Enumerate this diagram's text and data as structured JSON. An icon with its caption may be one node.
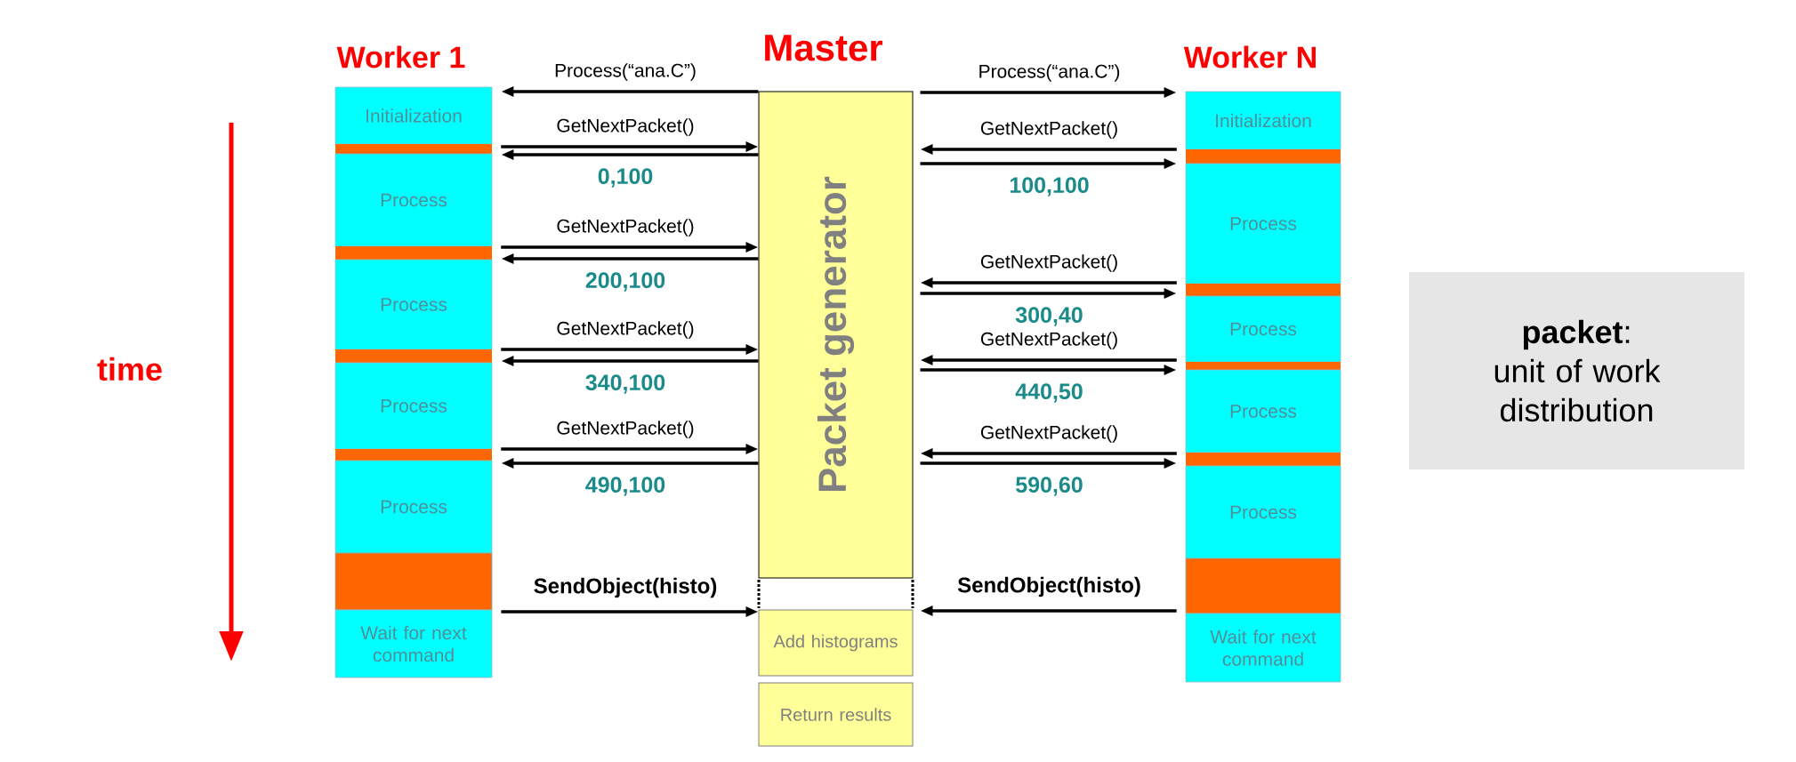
{
  "diagram": {
    "nodes": [
      {
        "text": [
          "Initialization"
        ]
      },
      {
        "text": [],
        "shape": "bar"
      },
      {
        "text": [
          "Process"
        ]
      },
      {
        "text": [],
        "shape": "bar"
      },
      {
        "text": [
          "Process"
        ]
      },
      {
        "text": [],
        "shape": "bar"
      },
      {
        "text": [
          "Process"
        ]
      },
      {
        "text": [],
        "shape": "bar"
      },
      {
        "text": [
          "Process"
        ]
      },
      {
        "text": [],
        "shape": "box"
      },
      {
        "text": [
          "Wait for next command"
        ]
      },
      {
        "text": [
          "Packet generator"
        ]
      },
      {
        "text": [
          "Add histograms"
        ]
      },
      {
        "text": [
          "Return results"
        ]
      },
      {
        "text": [
          "Initialization"
        ]
      },
      {
        "text": [],
        "shape": "bar"
      },
      {
        "text": [
          "Process"
        ]
      },
      {
        "text": [],
        "shape": "bar"
      },
      {
        "text": [
          "Process"
        ]
      },
      {
        "text": [],
        "shape": "bar"
      },
      {
        "text": [
          "Process"
        ]
      },
      {
        "text": [],
        "shape": "bar"
      },
      {
        "text": [
          "Process"
        ]
      },
      {
        "text": [],
        "shape": "box"
      },
      {
        "text": [
          "Wait for next command"
        ]
      },
      {
        "text": [
          "**packet**:",
          "unit of work distribution"
        ]
      }
    ],
    "edges": [
      {
        "from": 11,
        "to": 0,
        "arrow": "to",
        "label": "Process(“ana.C”)"
      },
      {
        "from": 1,
        "to": 11,
        "arrow": "to",
        "label": "GetNextPacket()"
      },
      {
        "from": 11,
        "to": 2,
        "arrow": "to",
        "label": "0,100"
      },
      {
        "from": 3,
        "to": 11,
        "arrow": "to",
        "label": "GetNextPacket()"
      },
      {
        "from": 11,
        "to": 4,
        "arrow": "to",
        "label": "200,100"
      },
      {
        "from": 5,
        "to": 11,
        "arrow": "to",
        "label": "GetNextPacket()"
      },
      {
        "from": 11,
        "to": 6,
        "arrow": "to",
        "label": "340,100"
      },
      {
        "from": 7,
        "to": 11,
        "arrow": "to",
        "label": "GetNextPacket()"
      },
      {
        "from": 11,
        "to": 8,
        "arrow": "to",
        "label": "490,100"
      },
      {
        "from": 9,
        "to": 12,
        "arrow": "to",
        "label": "SendObject(histo)"
      },
      {
        "from": 11,
        "to": 14,
        "arrow": "to",
        "label": "Process(“ana.C”)"
      },
      {
        "from": 15,
        "to": 11,
        "arrow": "to",
        "label": "GetNextPacket()"
      },
      {
        "from": 11,
        "to": 16,
        "arrow": "to",
        "label": "100,100"
      },
      {
        "from": 17,
        "to": 11,
        "arrow": "to",
        "label": "GetNextPacket()"
      },
      {
        "from": 11,
        "to": 18,
        "arrow": "to",
        "label": "300,40"
      },
      {
        "from": 19,
        "to": 11,
        "arrow": "to",
        "label": "GetNextPacket()"
      },
      {
        "from": 11,
        "to": 20,
        "arrow": "to",
        "label": "440,50"
      },
      {
        "from": 21,
        "to": 11,
        "arrow": "to",
        "label": "GetNextPacket()"
      },
      {
        "from": 11,
        "to": 22,
        "arrow": "to",
        "label": "590,60"
      },
      {
        "from": 23,
        "to": 12,
        "arrow": "to",
        "label": "SendObject(histo)"
      }
    ],
    "labels": [
      "Worker 1",
      "Master",
      "Worker N",
      "time"
    ]
  }
}
